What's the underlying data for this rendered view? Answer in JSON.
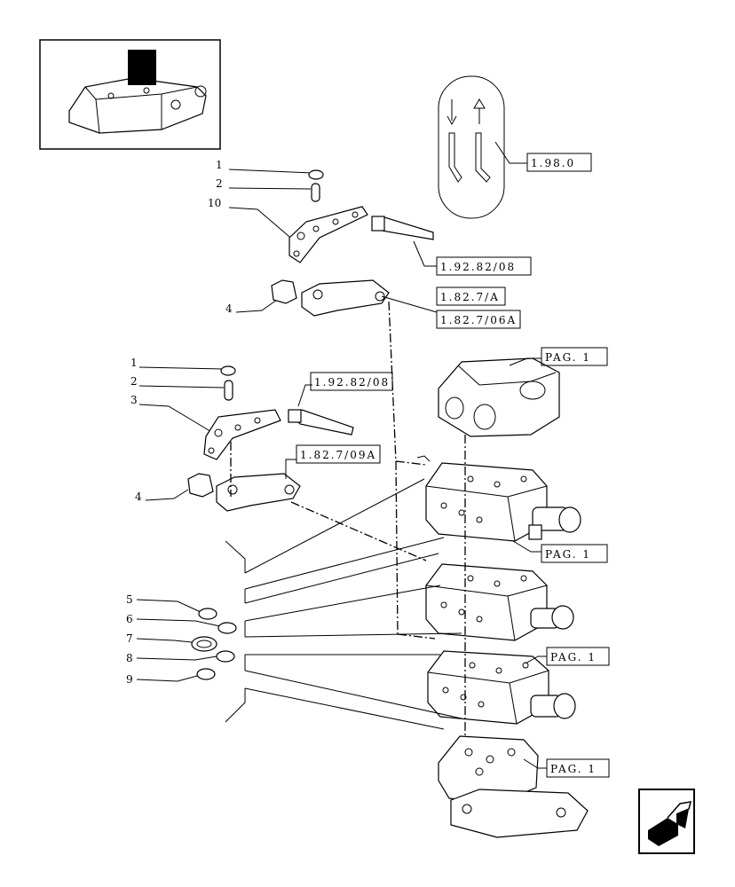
{
  "references": {
    "r1": "1.98.0",
    "r2": "1.92.82/08",
    "r3": "1.82.7/A",
    "r4": "1.82.7/06A",
    "r5": "PAG. 1",
    "r6": "1.92.82/08",
    "r7": "1.82.7/09A",
    "r8": "PAG. 1",
    "r9": "PAG. 1",
    "r10": "PAG. 1"
  },
  "callouts": {
    "c1": "1",
    "c2": "2",
    "c3": "10",
    "c4": "4",
    "c5": "1",
    "c6": "2",
    "c7": "3",
    "c8": "4",
    "c9": "5",
    "c10": "6",
    "c11": "7",
    "c12": "8",
    "c13": "9"
  },
  "icons": [
    "locator-thumbnail-icon",
    "lever-direction-icon",
    "next-page-arrow-icon"
  ]
}
